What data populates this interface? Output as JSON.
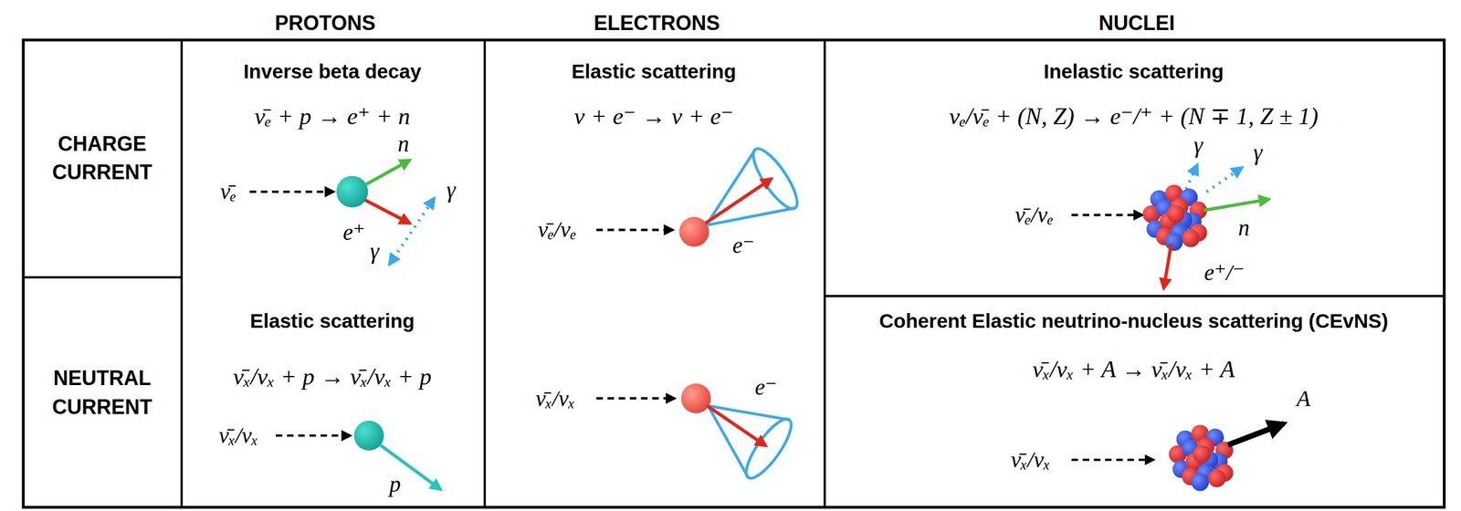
{
  "diagram": {
    "nodes": [
      {
        "text": [
          "CHARGE CURRENT"
        ]
      },
      {
        "text": [
          "Inverse beta decay",
          "ν̄ₑ + p → e⁺ + n",
          "Elastic scattering",
          "ν̄ₓ/νₓ + p → ν̄ₓ/νₓ + p"
        ]
      },
      {
        "text": [
          "Elastic scattering",
          "ν + e⁻ → ν + e⁻"
        ]
      },
      {
        "text": [
          "Inelastic scattering",
          "νₑ/ν̄ₑ + (N, Z) → e⁻/⁺ + (N ∓ 1, Z ± 1)"
        ]
      },
      {
        "text": [
          "NEUTRAL CURRENT"
        ]
      },
      {
        "text": [
          "Coherent Elastic neutrino-nucleus scattering (CEvNS)",
          "ν̄ₓ/νₓ + A → ν̄ₓ/νₓ + A"
        ]
      }
    ],
    "labels": [
      "PROTONS",
      "ELECTRONS",
      "NUCLEI",
      "ν̄ₑ",
      "n",
      "e⁺",
      "γ",
      "γ",
      "ν̄ₓ/νₓ",
      "p",
      "ν̄ₑ/νₑ",
      "e⁻",
      "ν̄ₓ/νₓ",
      "e⁻",
      "ν̄ₑ/νₑ",
      "γ",
      "γ",
      "n",
      "e⁺/⁻",
      "ν̄ₓ/νₓ",
      "A"
    ]
  }
}
